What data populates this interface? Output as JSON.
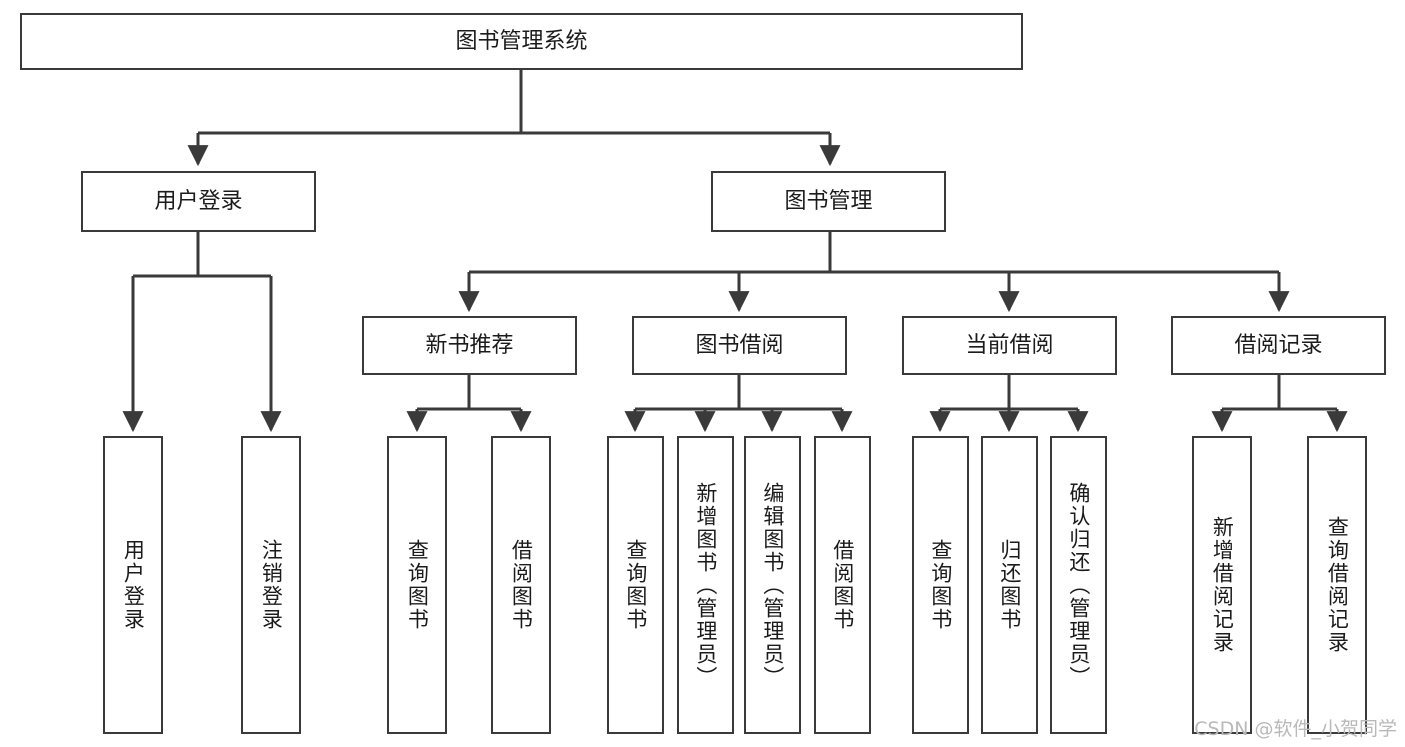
{
  "diagram": {
    "type": "tree-hierarchy",
    "title": "图书管理系统",
    "watermark": "CSDN @软件_小贺同学",
    "colors": {
      "stroke": "#3a3a3a",
      "fill": "#ffffff",
      "text": "#1b1b1b",
      "watermark": "#b9b9b9"
    },
    "root": {
      "id": "root",
      "label": "图书管理系统"
    },
    "level2": [
      {
        "id": "user-login",
        "label": "用户登录"
      },
      {
        "id": "book-manage",
        "label": "图书管理"
      }
    ],
    "level3": [
      {
        "id": "new-book-rec",
        "label": "新书推荐",
        "parent": "book-manage"
      },
      {
        "id": "book-borrow",
        "label": "图书借阅",
        "parent": "book-manage"
      },
      {
        "id": "current-borrow",
        "label": "当前借阅",
        "parent": "book-manage"
      },
      {
        "id": "borrow-record",
        "label": "借阅记录",
        "parent": "book-manage"
      }
    ],
    "leaves": {
      "user-login": [
        {
          "id": "leaf-user-login",
          "label": "用户登录"
        },
        {
          "id": "leaf-logout",
          "label": "注销登录"
        }
      ],
      "new-book-rec": [
        {
          "id": "leaf-query-book-1",
          "label": "查询图书"
        },
        {
          "id": "leaf-borrow-book-1",
          "label": "借阅图书"
        }
      ],
      "book-borrow": [
        {
          "id": "leaf-query-book-2",
          "label": "查询图书"
        },
        {
          "id": "leaf-add-book",
          "label": "新增图书（管理员）"
        },
        {
          "id": "leaf-edit-book",
          "label": "编辑图书（管理员）"
        },
        {
          "id": "leaf-borrow-book-2",
          "label": "借阅图书"
        }
      ],
      "current-borrow": [
        {
          "id": "leaf-query-book-3",
          "label": "查询图书"
        },
        {
          "id": "leaf-return-book",
          "label": "归还图书"
        },
        {
          "id": "leaf-confirm-return",
          "label": "确认归还（管理员）"
        }
      ],
      "borrow-record": [
        {
          "id": "leaf-add-record",
          "label": "新增借阅记录"
        },
        {
          "id": "leaf-query-record",
          "label": "查询借阅记录"
        }
      ]
    }
  }
}
